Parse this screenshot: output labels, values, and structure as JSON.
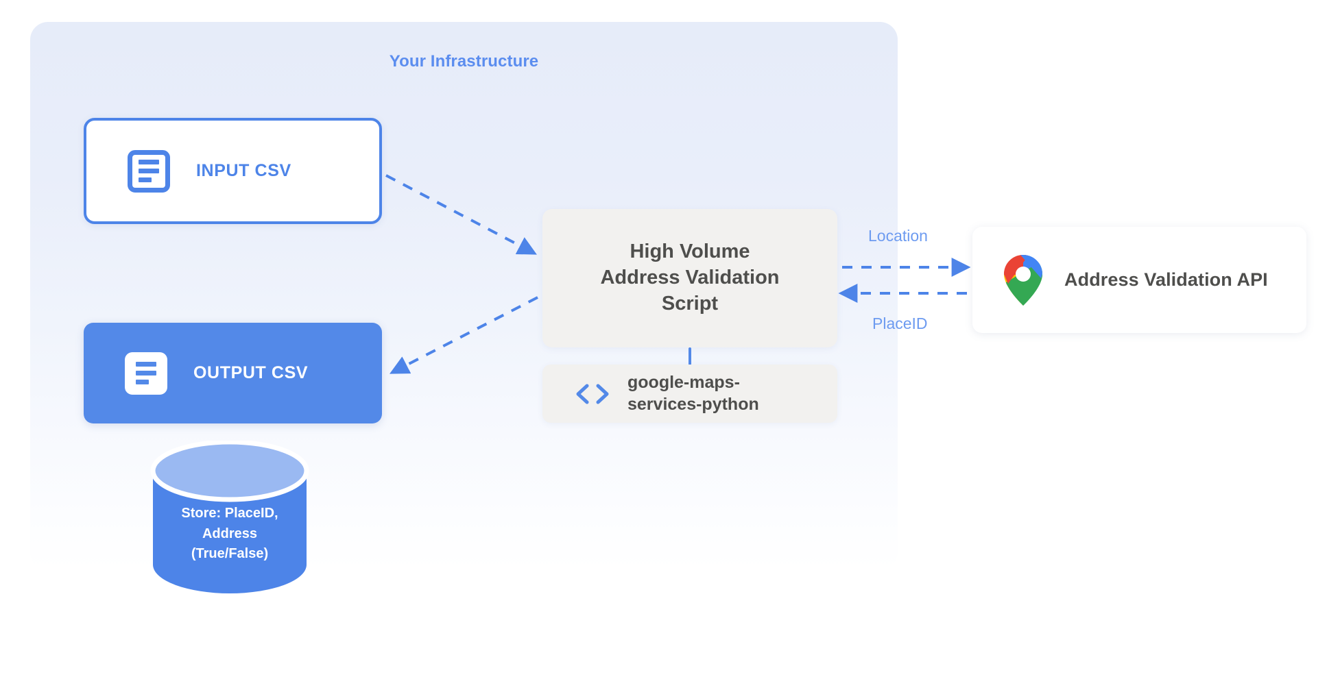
{
  "panel": {
    "title": "Your Infrastructure",
    "accent_color": "#5b8def",
    "background_top": "#e6ecf9",
    "background_bottom": "#ffffff"
  },
  "nodes": {
    "input_csv": {
      "label": "INPUT CSV",
      "icon": "document-icon",
      "border_color": "#4d84e8",
      "fill": "#ffffff",
      "text_color": "#4d84e8"
    },
    "output_csv": {
      "label": "OUTPUT CSV",
      "icon": "document-icon",
      "fill": "#5389e8",
      "text_color": "#ffffff"
    },
    "script": {
      "line1": "High Volume",
      "line2": "Address Validation",
      "line3": "Script",
      "fill": "#f2f1ef",
      "text_color": "#4e4e4c"
    },
    "library": {
      "line1": "google-maps-",
      "line2": "services-python",
      "icon": "code-brackets-icon",
      "icon_color": "#5389e8",
      "fill": "#f2f1ef",
      "text_color": "#4e4e4c"
    },
    "api": {
      "label": "Address Validation API",
      "icon": "google-maps-pin-icon",
      "fill": "#ffffff",
      "text_color": "#4e4e4c"
    },
    "database": {
      "line1": "Store: PlaceID,",
      "line2": "Address",
      "line3": "(True/False)",
      "body_fill": "#4d84e8",
      "top_fill": "#9ab9f2",
      "text_color": "#ffffff"
    }
  },
  "edges": {
    "input_to_script": {
      "label": "",
      "style": "dashed",
      "color": "#4d84e8"
    },
    "script_to_output": {
      "label": "",
      "style": "dashed",
      "color": "#4d84e8"
    },
    "script_to_api": {
      "label": "Location",
      "style": "dashed",
      "color": "#4d84e8"
    },
    "api_to_script": {
      "label": "PlaceID",
      "style": "dashed",
      "color": "#4d84e8"
    },
    "script_to_library": {
      "label": "",
      "style": "solid",
      "color": "#5389e8"
    }
  },
  "colors": {
    "maps_pin_blue": "#4285f4",
    "maps_pin_red": "#ea4335",
    "maps_pin_yellow": "#fbbc04",
    "maps_pin_green": "#34a853",
    "edge_label": "#6d9bf0"
  }
}
